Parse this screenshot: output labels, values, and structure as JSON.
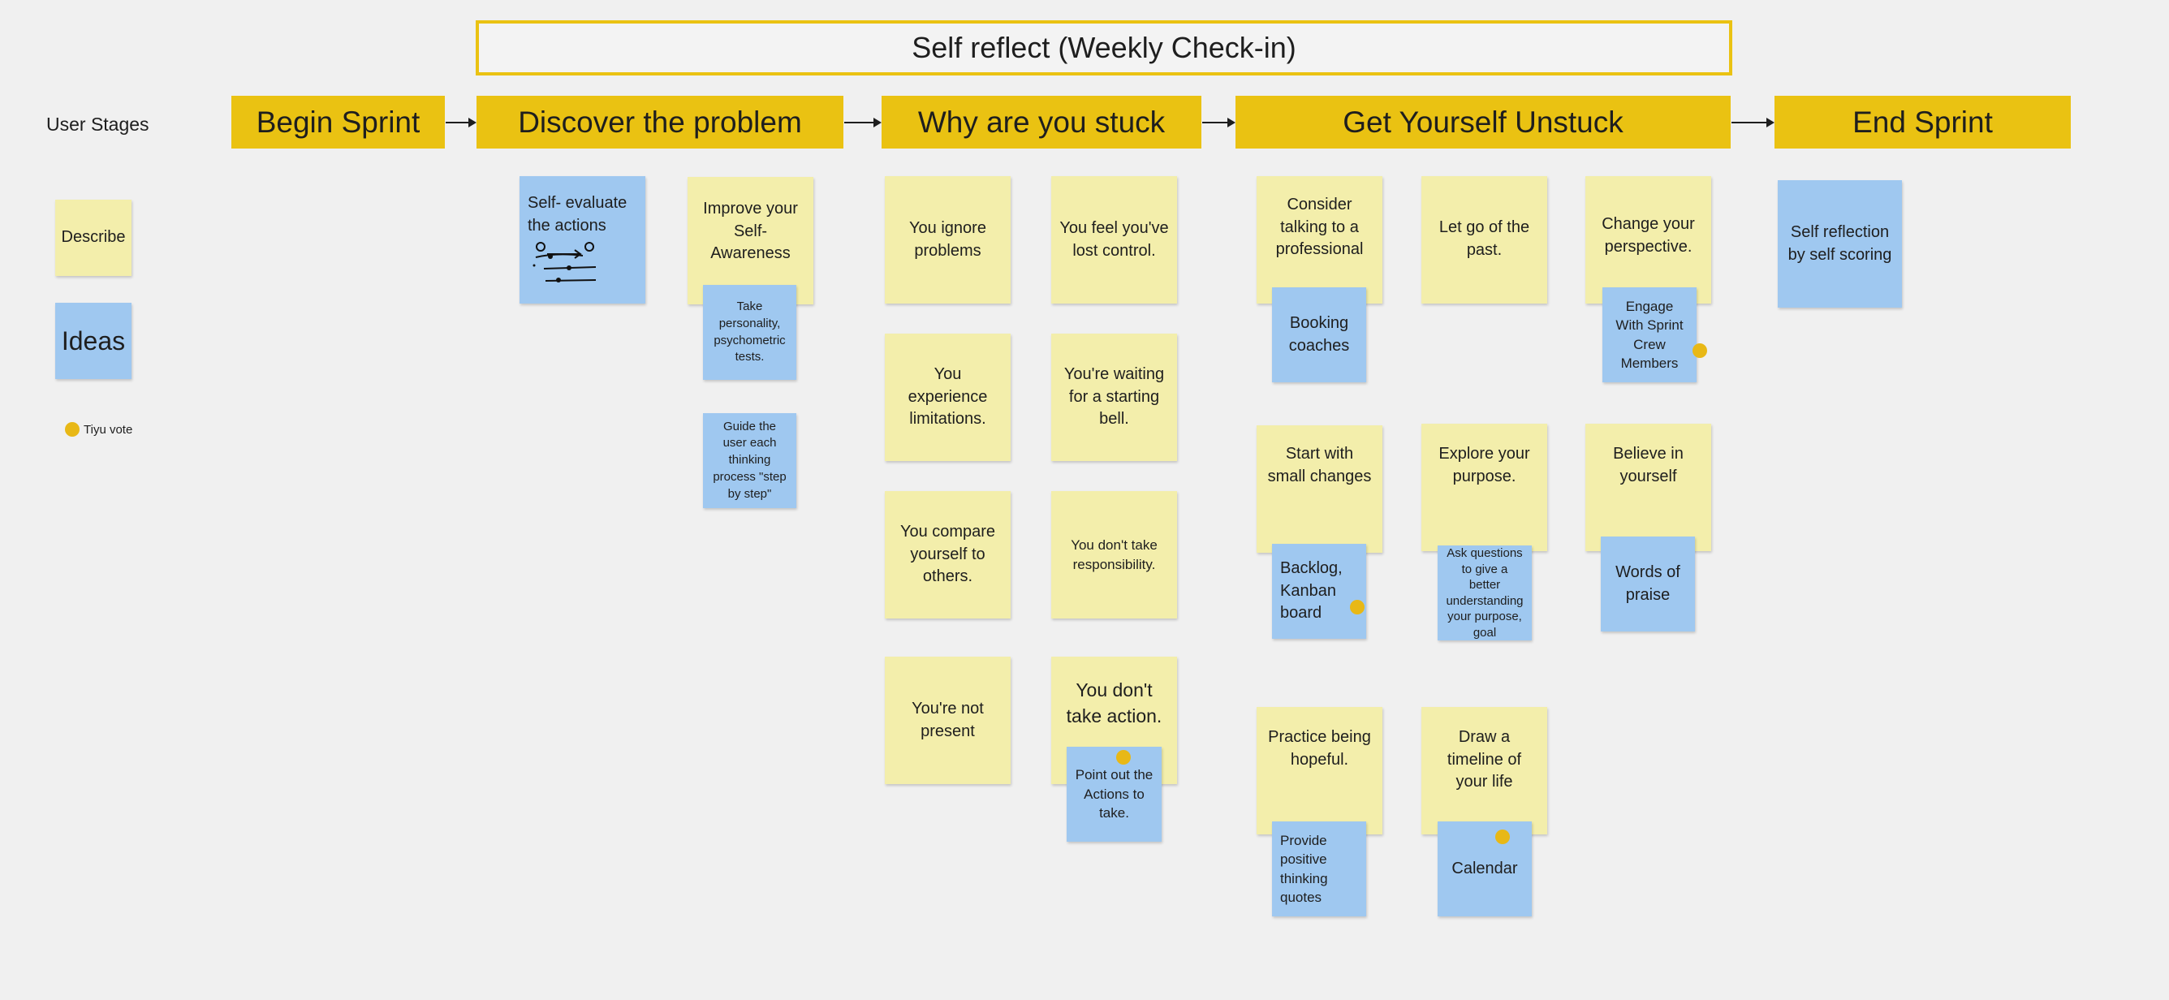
{
  "title": "Self reflect (Weekly Check-in)",
  "legend": {
    "user_stages": "User Stages",
    "describe": "Describe",
    "ideas": "Ideas",
    "vote": "Tiyu vote",
    "vote_color": "#e8b816"
  },
  "colors": {
    "stage": "#eac212",
    "describe": "#f3eeab",
    "idea": "#9fc8f0",
    "background": "#f0f0f0"
  },
  "stages": [
    "Begin Sprint",
    "Discover the problem",
    "Why are you stuck",
    "Get Yourself Unstuck",
    "End Sprint"
  ],
  "notes": {
    "discover": {
      "self_evaluate": "Self- evaluate the actions",
      "improve": "Improve your Self-Awareness",
      "take_tests": "Take personality, psychometric tests.",
      "guide": "Guide the user each thinking process \"step by step\""
    },
    "stuck": {
      "ignore": "You ignore problems",
      "lost_control": "You feel you've lost control.",
      "limitations": "You experience limitations.",
      "waiting": "You're waiting for a starting bell.",
      "compare": "You compare yourself to others.",
      "responsibility": "You don't take responsibility.",
      "not_present": "You're not present",
      "no_action": "You don't take action.",
      "point_out": "Point out the Actions to take."
    },
    "unstuck": {
      "professional": "Consider talking to a professional",
      "booking": "Booking coaches",
      "let_go": "Let go of the past.",
      "perspective": "Change your perspective.",
      "engage": "Engage With Sprint Crew Members",
      "small_changes": "Start with small changes",
      "backlog": "Backlog, Kanban board",
      "purpose": "Explore your purpose.",
      "ask_questions": "Ask questions to give a better understanding your purpose, goal",
      "believe": "Believe in yourself",
      "praise": "Words of praise",
      "hopeful": "Practice being hopeful.",
      "quotes": "Provide positive thinking quotes",
      "timeline": "Draw a timeline of your life",
      "calendar": "Calendar"
    },
    "end": {
      "self_scoring": "Self reflection by self scoring"
    }
  }
}
